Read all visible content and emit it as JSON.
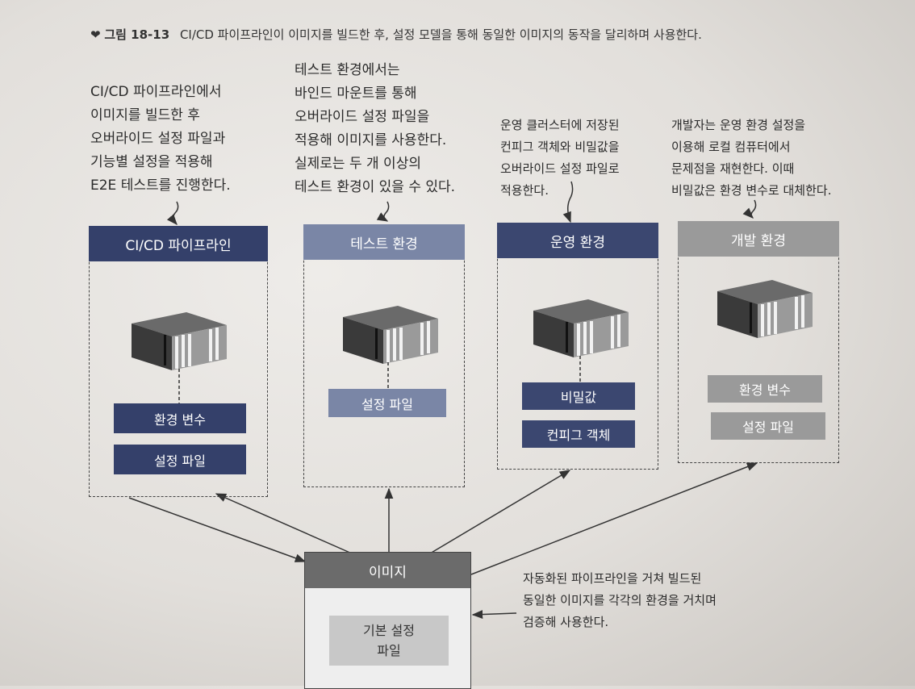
{
  "caption": {
    "figure": "그림 18-13",
    "text": "CI/CD 파이프라인이 이미지를 빌드한 후, 설정 모델을 통해 동일한 이미지의 동작을 달리하며 사용한다."
  },
  "notes": {
    "cicd": "CI/CD 파이프라인에서\n이미지를 빌드한 후\n오버라이드 설정 파일과\n기능별 설정을 적용해\nE2E 테스트를 진행한다.",
    "test": "테스트 환경에서는\n바인드 마운트를 통해\n오버라이드 설정 파일을\n적용해 이미지를 사용한다.\n실제로는 두 개 이상의\n테스트 환경이 있을 수 있다.",
    "prod": "운영 클러스터에 저장된\n컨피그 객체와 비밀값을\n오버라이드 설정 파일로\n적용한다.",
    "dev": "개발자는 운영 환경 설정을\n이용해 로컬 컴퓨터에서\n문제점을 재현한다. 이때\n비밀값은 환경 변수로 대체한다.",
    "image": "자동화된 파이프라인을 거쳐 빌드된\n동일한 이미지를 각각의 환경을 거치며\n검증해 사용한다."
  },
  "environments": {
    "cicd": {
      "title": "CI/CD 파이프라인",
      "items": [
        "환경 변수",
        "설정 파일"
      ]
    },
    "test": {
      "title": "테스트 환경",
      "items": [
        "설정 파일"
      ]
    },
    "prod": {
      "title": "운영 환경",
      "items": [
        "비밀값",
        "컨피그 객체"
      ]
    },
    "dev": {
      "title": "개발 환경",
      "items": [
        "환경 변수",
        "설정 파일"
      ]
    }
  },
  "image": {
    "title": "이미지",
    "base_file_line1": "기본 설정",
    "base_file_line2": "파일"
  },
  "colors": {
    "dark": "#34406a",
    "mid": "#7a86a6",
    "grey": "#9a9a9a",
    "image_header": "#6b6b6b"
  },
  "icons": [
    "heart-icon",
    "container-icon",
    "arrow-icon"
  ]
}
